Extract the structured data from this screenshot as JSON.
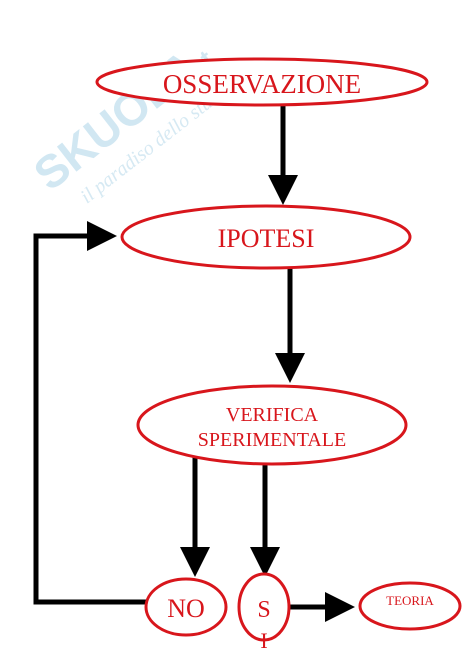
{
  "watermark": {
    "brand": "SKUOLA",
    "suffix": ".net",
    "tagline": "il paradiso dello studente"
  },
  "nodes": {
    "osservazione": "OSSERVAZIONE",
    "ipotesi": "IPOTESI",
    "verifica_line1": "VERIFICA",
    "verifica_line2": "SPERIMENTALE",
    "no": "NO",
    "si_line1": "S",
    "si_line2": "I",
    "teoria": "TEORIA"
  },
  "colors": {
    "node_stroke": "#d8161c",
    "node_text": "#d8161c",
    "arrow": "#000000",
    "watermark": "#c9e3f0"
  }
}
